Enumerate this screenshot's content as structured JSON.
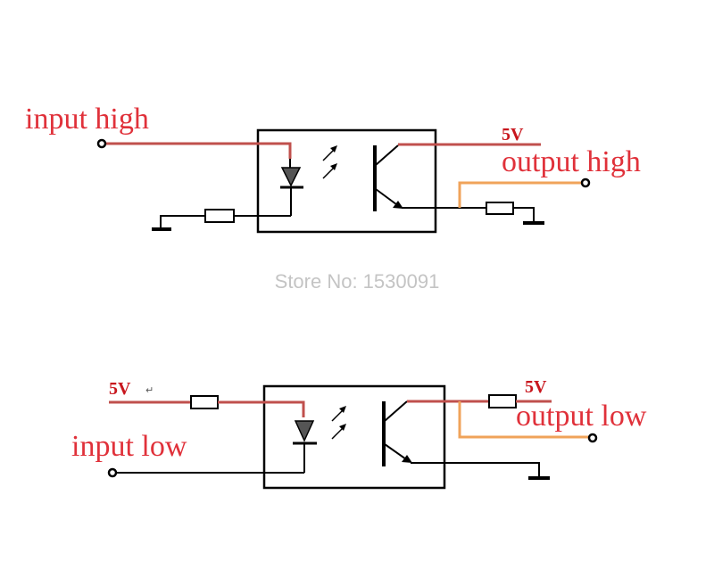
{
  "watermark": "Store No: 1530091",
  "top_circuit": {
    "input_label": "input high",
    "supply_label": "5V",
    "output_label": "output high"
  },
  "bottom_circuit": {
    "supply_in_label": "5V",
    "input_label": "input low",
    "supply_out_label": "5V",
    "output_label": "output low"
  },
  "colors": {
    "label_red": "#e0313a",
    "wire_red": "#c0504d",
    "wire_orange": "#f0a35a",
    "watermark_gray": "#c4c4c4"
  }
}
